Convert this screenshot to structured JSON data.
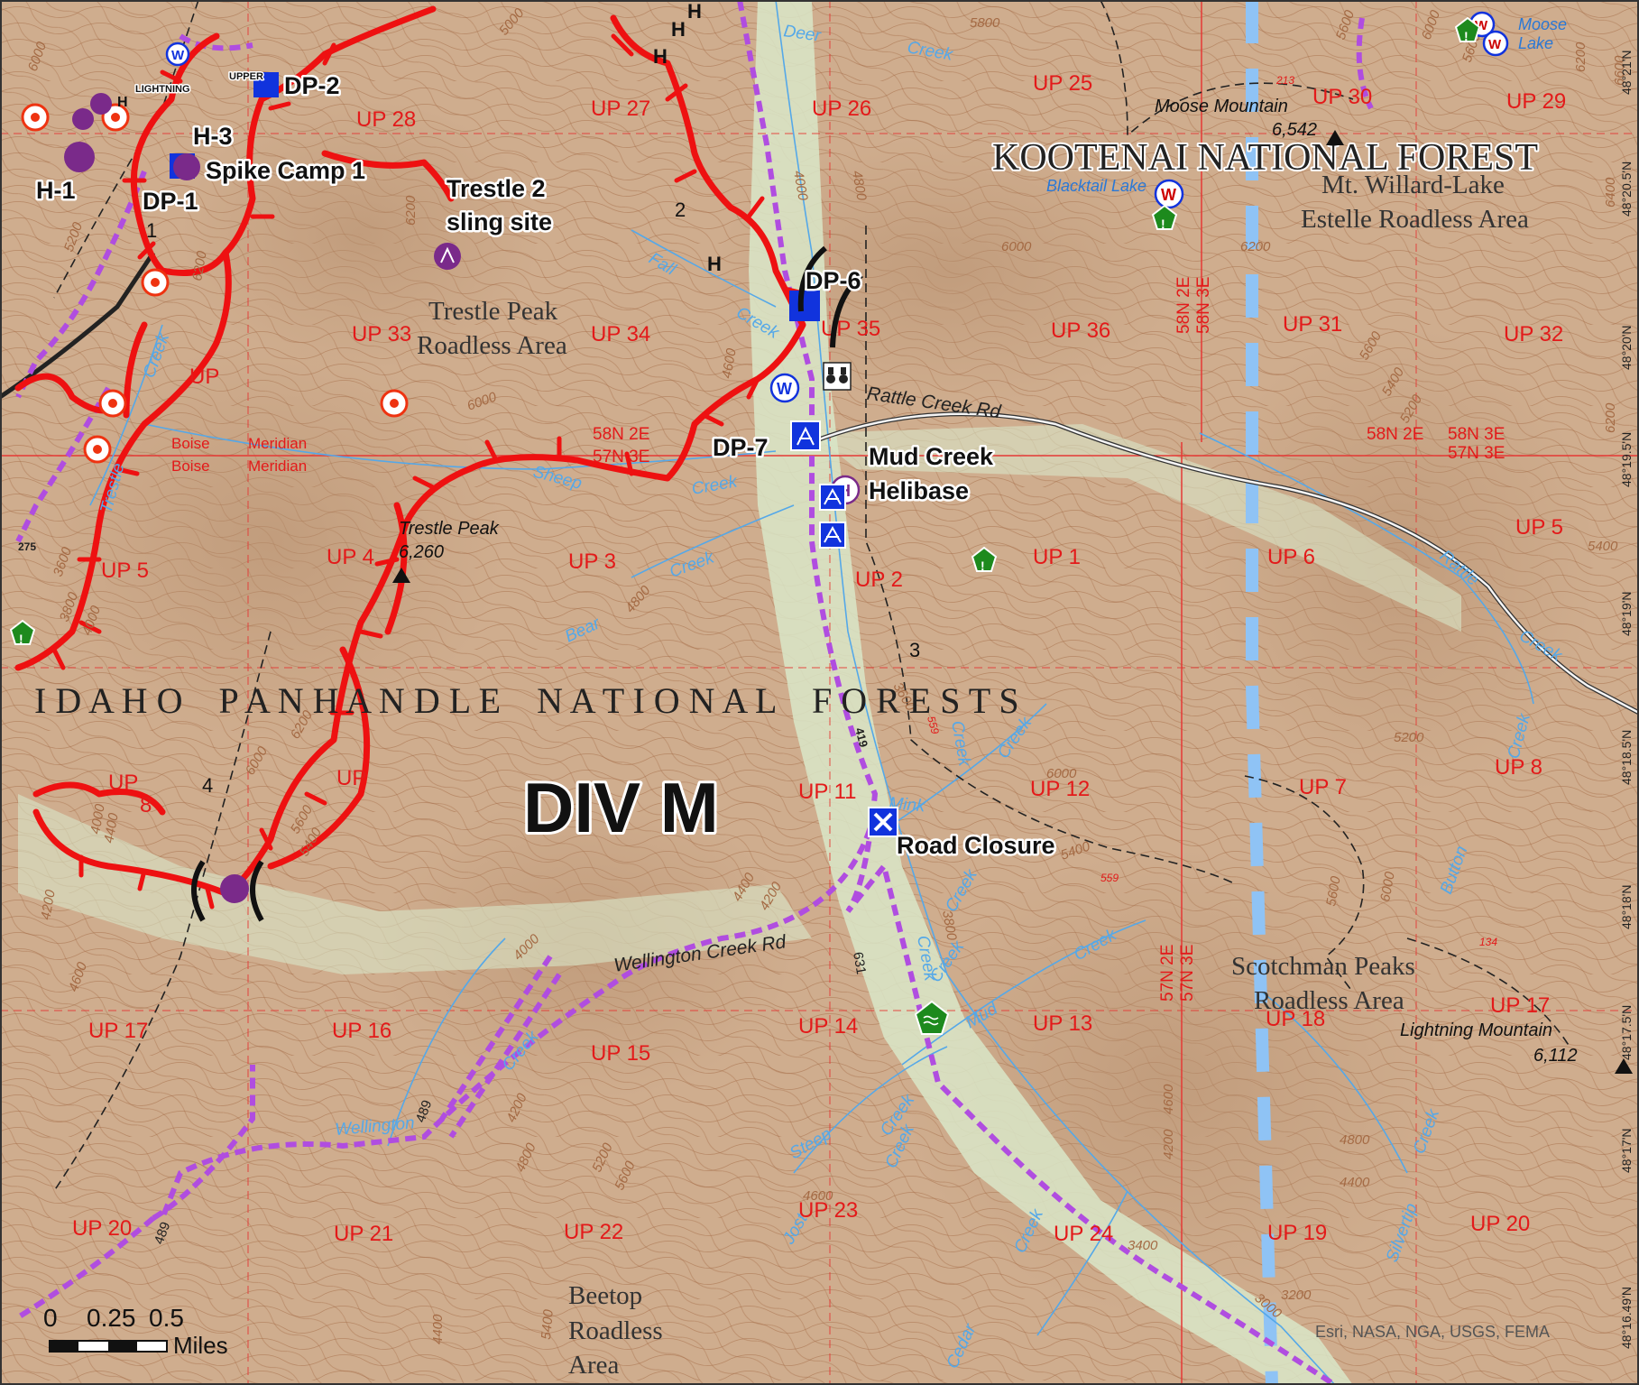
{
  "colors": {
    "terrain": "#cfad8e",
    "valley": "#d9e6c8",
    "contour": "#a46a44",
    "fireline": "#ee1111",
    "trail": "#b04de0",
    "grid": "#e53935",
    "water": "#55a8e8",
    "boundary": "#8fc3f5",
    "icon_blue": "#1133dd",
    "icon_purple": "#7a2a8a",
    "icon_green": "#1d8a1d"
  },
  "map": {
    "division_label": "DIV M",
    "attribution": "Esri, NASA, NGA, USGS, FEMA",
    "forests": {
      "kootenai": "KOOTENAI NATIONAL FOREST",
      "idaho": "I D A H O    P A N H A N D L E    N A T I O N A L    F O R E S T S"
    },
    "roadless_areas": {
      "trestle": [
        "Trestle Peak",
        "Roadless Area"
      ],
      "willard": [
        "Mt. Willard-Lake",
        "Estelle Roadless Area"
      ],
      "scotchman": [
        "Scotchman Peaks",
        "Roadless Area"
      ],
      "beetop": [
        "Beetop",
        "Roadless",
        "Area"
      ]
    },
    "peaks": {
      "moose": {
        "name": "Moose Mountain",
        "elev": "6,542"
      },
      "trestle": {
        "name": "Trestle Peak",
        "elev": "6,260"
      },
      "lightning": {
        "name": "Lightning Mountain",
        "elev": "6,112"
      }
    },
    "roads": {
      "rattle": "Rattle Creek Rd",
      "wellington": "Wellington Creek Rd",
      "road_275": "275",
      "road_419": "419",
      "road_489": "489",
      "road_631": "631",
      "road_559": "559",
      "road_134": "134",
      "road_213": "213"
    },
    "points": {
      "dp1": "DP-1",
      "dp2": "DP-2",
      "dp6": "DP-6",
      "dp7": "DP-7",
      "h1": "H-1",
      "h3": "H-3",
      "spike_camp": "Spike Camp 1",
      "trestle_sling": [
        "Trestle 2",
        "sling site"
      ],
      "helibase": [
        "Mud Creek",
        "Helibase"
      ],
      "road_closure": "Road Closure",
      "upper_lightning": [
        "UPPER",
        "LIGHTNING"
      ],
      "blacktail_lake": "Blacktail Lake",
      "moose_lake": [
        "Moose",
        "Lake"
      ]
    },
    "sections": {
      "top_right": [
        "58N 2E",
        "58N 3E",
        "57N 3E"
      ],
      "top_left": [
        "58N 2E",
        "57N 3E"
      ],
      "vertical_58": [
        "58N 2E",
        "58N 3E"
      ],
      "vertical_57": [
        "57N 2E",
        "57N 3E"
      ],
      "boise": [
        "Boise",
        "Meridian",
        "Boise",
        "Meridian"
      ]
    },
    "ups": {
      "up1": "UP 1",
      "up2": "UP 2",
      "up3": "UP 3",
      "up4": "UP 4",
      "up5": "UP 5",
      "up5b": "UP 5",
      "up6": "UP 6",
      "up7": "UP 7",
      "up8": "UP 8",
      "up11": "UP 11",
      "up12": "UP 12",
      "up13": "UP 13",
      "up14": "UP 14",
      "up15": "UP 15",
      "up16": "UP 16",
      "up17": "UP 17",
      "up17b": "UP 17",
      "up18": "UP 18",
      "up19": "UP 19",
      "up20": "UP 20",
      "up20b": "UP 20",
      "up21": "UP 21",
      "up22": "UP 22",
      "up23": "UP 23",
      "up24": "UP 24",
      "up25": "UP 25",
      "up26": "UP 26",
      "up27": "UP 27",
      "up28": "UP 28",
      "up29": "UP 29",
      "up30": "UP 30",
      "up31": "UP 31",
      "up32": "UP 32",
      "up33": "UP 33",
      "up34": "UP 34",
      "up35": "UP 35",
      "up36": "UP 36",
      "up_partial1": "UP",
      "up_partial2": "UP",
      "up_partial3": "UP",
      "up_partial4": "8"
    },
    "creeks": {
      "deer": "Deer",
      "deer2": "Creek",
      "fall": "Fall",
      "fall2": "Creek",
      "sheep": "Sheep",
      "sheep2": "Creek",
      "bear": "Bear",
      "bear2": "Creek",
      "mink": "Mink",
      "mink2": "Creek",
      "mud": "Mud",
      "mud2": "Creek",
      "wellington": "Wellington",
      "wellington2": "Creek",
      "steep": "Steep",
      "steep2": "Creek",
      "jost": "Jost",
      "jost2": "Creek",
      "cedar": "Cedar",
      "cedar2": "Creek",
      "rattle": "Rattle",
      "rattle2": "Creek",
      "button": "Button",
      "button2": "Creek",
      "savage": "Creek",
      "silvertip": "Silvertip",
      "silvertip2": "Creek",
      "trestle": "Trestle",
      "trestle2": "Creek",
      "twin": "Creek",
      "upper_mud": "Creek",
      "mud_creek_road": "Creek"
    },
    "contours": {
      "c5800a": "5800",
      "c5000a": "5000",
      "c4000": "4000",
      "c4800": "4800",
      "c6200": "6200",
      "c6000": "6000",
      "c4600": "4600",
      "c5600": "5600",
      "c5400": "5400",
      "c5200": "5200",
      "c3600": "3600",
      "c3800": "3800",
      "c4400": "4400",
      "c4200": "4200",
      "c3400": "3400",
      "c3200": "3200",
      "c3000": "3000",
      "c6600": "6600",
      "c6400": "6400"
    },
    "lat": [
      "48°21'N",
      "48°20.5'N",
      "48°20'N",
      "48°19.5'N",
      "48°19'N",
      "48°18.5'N",
      "48°18'N",
      "48°17.5'N",
      "48°17'N",
      "48°16.49'N"
    ],
    "division_numbers": [
      "1",
      "2",
      "3",
      "4"
    ],
    "helicopter_marks": [
      "H",
      "H",
      "H",
      "H",
      "H"
    ],
    "scale": {
      "ticks": [
        "0",
        "0.25",
        "0.5"
      ],
      "unit": "Miles"
    }
  }
}
